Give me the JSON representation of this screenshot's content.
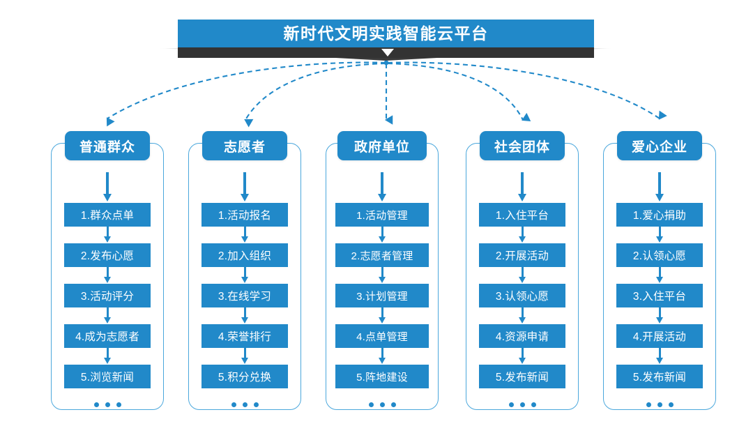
{
  "header": {
    "title": "新时代文明实践智能云平台",
    "banner_color": "#2189c9",
    "ribbon_color": "#333333",
    "chevron_icon": "chevron-down-icon"
  },
  "theme": {
    "accent": "#2189c9",
    "frame_border": "#4aa7dc",
    "text_on_accent": "#ffffff",
    "background": "#ffffff",
    "dashed_arrow": "#2189c9"
  },
  "connectors": {
    "fan_out_count": 5,
    "style": "dashed-curved-arrow",
    "origin_label": "新时代文明实践智能云平台",
    "ellipsis": "..."
  },
  "columns": [
    {
      "id": "public",
      "title": "普通群众",
      "items": [
        "1.群众点单",
        "2.发布心愿",
        "3.活动评分",
        "4.成为志愿者",
        "5.浏览新闻"
      ],
      "more": "..."
    },
    {
      "id": "volunteer",
      "title": "志愿者",
      "items": [
        "1.活动报名",
        "2.加入组织",
        "3.在线学习",
        "4.荣誉排行",
        "5.积分兑换"
      ],
      "more": "..."
    },
    {
      "id": "government",
      "title": "政府单位",
      "items": [
        "1.活动管理",
        "2.志愿者管理",
        "3.计划管理",
        "4.点单管理",
        "5.阵地建设"
      ],
      "more": "..."
    },
    {
      "id": "social-group",
      "title": "社会团体",
      "items": [
        "1.入住平台",
        "2.开展活动",
        "3.认领心愿",
        "4.资源申请",
        "5.发布新闻"
      ],
      "more": "..."
    },
    {
      "id": "charity-enterprise",
      "title": "爱心企业",
      "items": [
        "1.爱心捐助",
        "2.认领心愿",
        "3.入住平台",
        "4.开展活动",
        "5.发布新闻"
      ],
      "more": "..."
    }
  ]
}
